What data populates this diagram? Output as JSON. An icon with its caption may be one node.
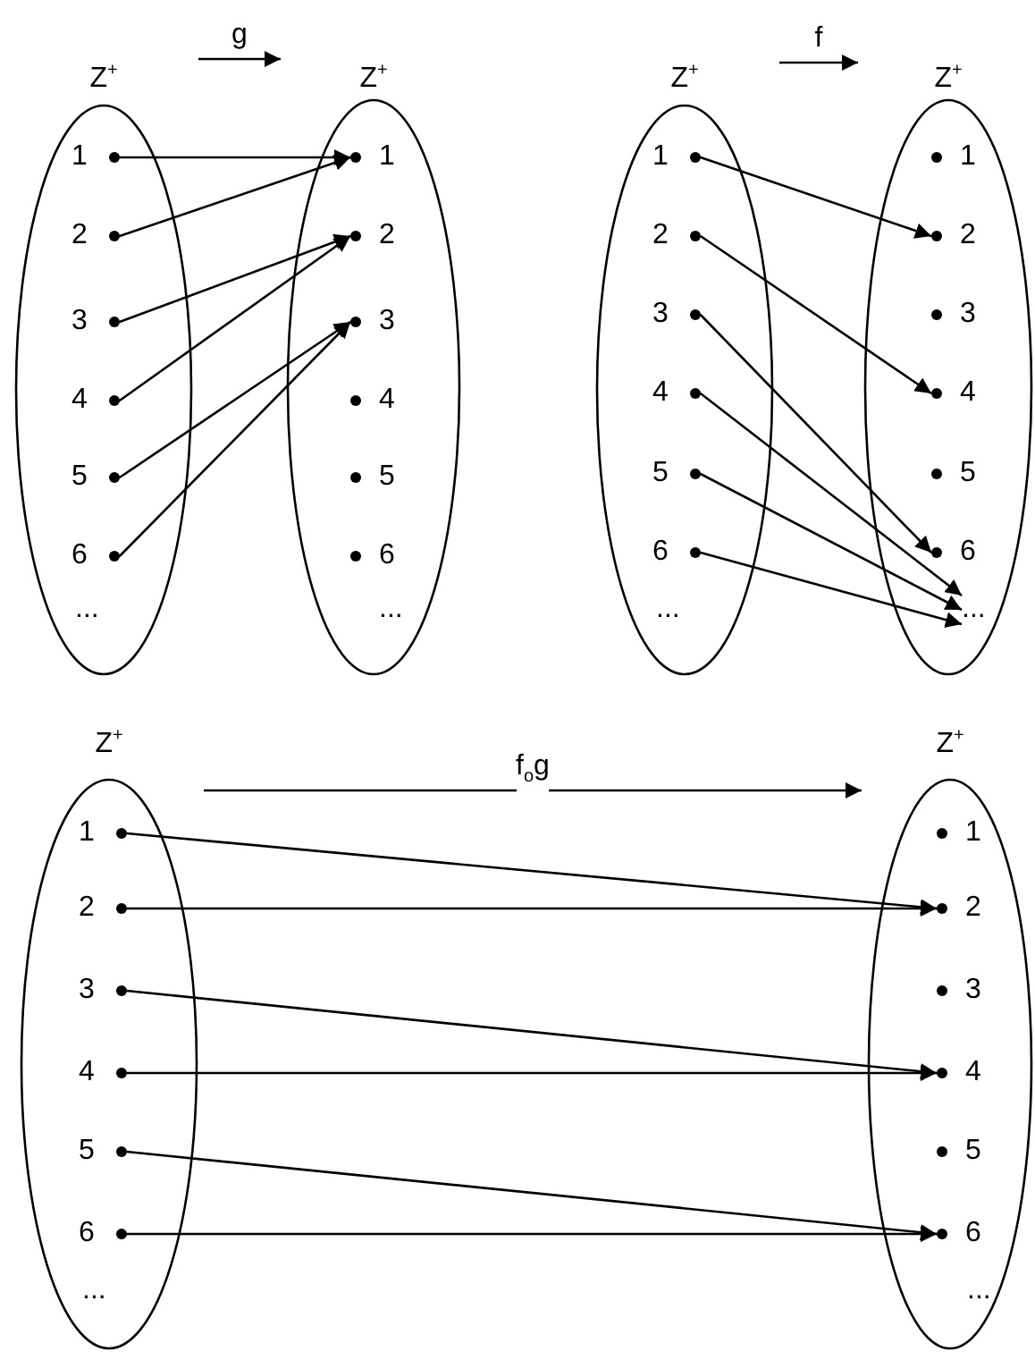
{
  "diagram": {
    "nodes": [
      {
        "text": [
          "Z$^{+}$"
        ]
      },
      {
        "text": [
          "1"
        ],
        "in": 0
      },
      {
        "text": [
          "2"
        ],
        "in": 0
      },
      {
        "text": [
          "3"
        ],
        "in": 0
      },
      {
        "text": [
          "4"
        ],
        "in": 0
      },
      {
        "text": [
          "5"
        ],
        "in": 0
      },
      {
        "text": [
          "6"
        ],
        "in": 0
      },
      {
        "text": [
          "..."
        ],
        "in": 0
      },
      {
        "text": [
          "Z$^{+}$"
        ]
      },
      {
        "text": [
          "1"
        ],
        "in": 8
      },
      {
        "text": [
          "2"
        ],
        "in": 8
      },
      {
        "text": [
          "3"
        ],
        "in": 8
      },
      {
        "text": [
          "4"
        ],
        "in": 8
      },
      {
        "text": [
          "5"
        ],
        "in": 8
      },
      {
        "text": [
          "6"
        ],
        "in": 8
      },
      {
        "text": [
          "..."
        ],
        "in": 8
      },
      {
        "text": [
          "Z$^{+}$"
        ]
      },
      {
        "text": [
          "1"
        ],
        "in": 16
      },
      {
        "text": [
          "2"
        ],
        "in": 16
      },
      {
        "text": [
          "3"
        ],
        "in": 16
      },
      {
        "text": [
          "4"
        ],
        "in": 16
      },
      {
        "text": [
          "5"
        ],
        "in": 16
      },
      {
        "text": [
          "6"
        ],
        "in": 16
      },
      {
        "text": [
          "..."
        ],
        "in": 16
      },
      {
        "text": [
          "Z$^{+}$"
        ]
      },
      {
        "text": [
          "1"
        ],
        "in": 24
      },
      {
        "text": [
          "2"
        ],
        "in": 24
      },
      {
        "text": [
          "3"
        ],
        "in": 24
      },
      {
        "text": [
          "4"
        ],
        "in": 24
      },
      {
        "text": [
          "5"
        ],
        "in": 24
      },
      {
        "text": [
          "6"
        ],
        "in": 24
      },
      {
        "text": [
          "..."
        ],
        "in": 24
      },
      {
        "text": [
          "Z$^{+}$"
        ]
      },
      {
        "text": [
          "1"
        ],
        "in": 32
      },
      {
        "text": [
          "2"
        ],
        "in": 32
      },
      {
        "text": [
          "3"
        ],
        "in": 32
      },
      {
        "text": [
          "4"
        ],
        "in": 32
      },
      {
        "text": [
          "5"
        ],
        "in": 32
      },
      {
        "text": [
          "6"
        ],
        "in": 32
      },
      {
        "text": [
          "..."
        ],
        "in": 32
      },
      {
        "text": [
          "Z$^{+}$"
        ]
      },
      {
        "text": [
          "1"
        ],
        "in": 40
      },
      {
        "text": [
          "2"
        ],
        "in": 40
      },
      {
        "text": [
          "3"
        ],
        "in": 40
      },
      {
        "text": [
          "4"
        ],
        "in": 40
      },
      {
        "text": [
          "5"
        ],
        "in": 40
      },
      {
        "text": [
          "6"
        ],
        "in": 40
      },
      {
        "text": [
          "..."
        ],
        "in": 40
      }
    ],
    "edges": [
      {
        "from": 0,
        "to": 8,
        "arrow": "to",
        "label": "g"
      },
      {
        "from": 1,
        "to": 9,
        "arrow": "to"
      },
      {
        "from": 2,
        "to": 9,
        "arrow": "to"
      },
      {
        "from": 3,
        "to": 10,
        "arrow": "to"
      },
      {
        "from": 4,
        "to": 10,
        "arrow": "to"
      },
      {
        "from": 5,
        "to": 11,
        "arrow": "to"
      },
      {
        "from": 6,
        "to": 11,
        "arrow": "to"
      },
      {
        "from": 16,
        "to": 24,
        "arrow": "to",
        "label": "f"
      },
      {
        "from": 17,
        "to": 26,
        "arrow": "to"
      },
      {
        "from": 18,
        "to": 28,
        "arrow": "to"
      },
      {
        "from": 19,
        "to": 30,
        "arrow": "to"
      },
      {
        "from": 20,
        "to": 31,
        "arrow": "to"
      },
      {
        "from": 21,
        "to": 31,
        "arrow": "to"
      },
      {
        "from": 22,
        "to": 31,
        "arrow": "to"
      },
      {
        "from": 32,
        "to": 40,
        "arrow": "to",
        "label": "f$_{o}$g"
      },
      {
        "from": 33,
        "to": 42,
        "arrow": "to"
      },
      {
        "from": 34,
        "to": 42,
        "arrow": "to"
      },
      {
        "from": 35,
        "to": 44,
        "arrow": "to"
      },
      {
        "from": 36,
        "to": 44,
        "arrow": "to"
      },
      {
        "from": 37,
        "to": 46,
        "arrow": "to"
      },
      {
        "from": 38,
        "to": 46,
        "arrow": "to"
      }
    ]
  }
}
